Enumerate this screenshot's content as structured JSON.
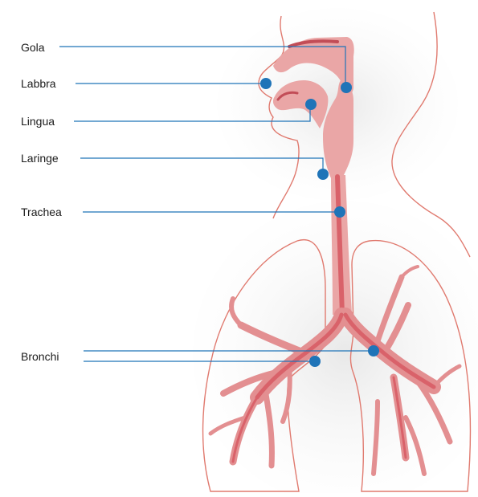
{
  "colors": {
    "tract_fill": "#eaa6a6",
    "tract_core": "#d9626a",
    "outline": "#e07a6f",
    "shade": "#dcdcdc",
    "leader": "#1f74b8",
    "dot": "#1f74b8"
  },
  "labels": {
    "gola": "Gola",
    "labbra": "Labbra",
    "lingua": "Lingua",
    "laringe": "Laringe",
    "trachea": "Trachea",
    "bronchi": "Bronchi"
  }
}
